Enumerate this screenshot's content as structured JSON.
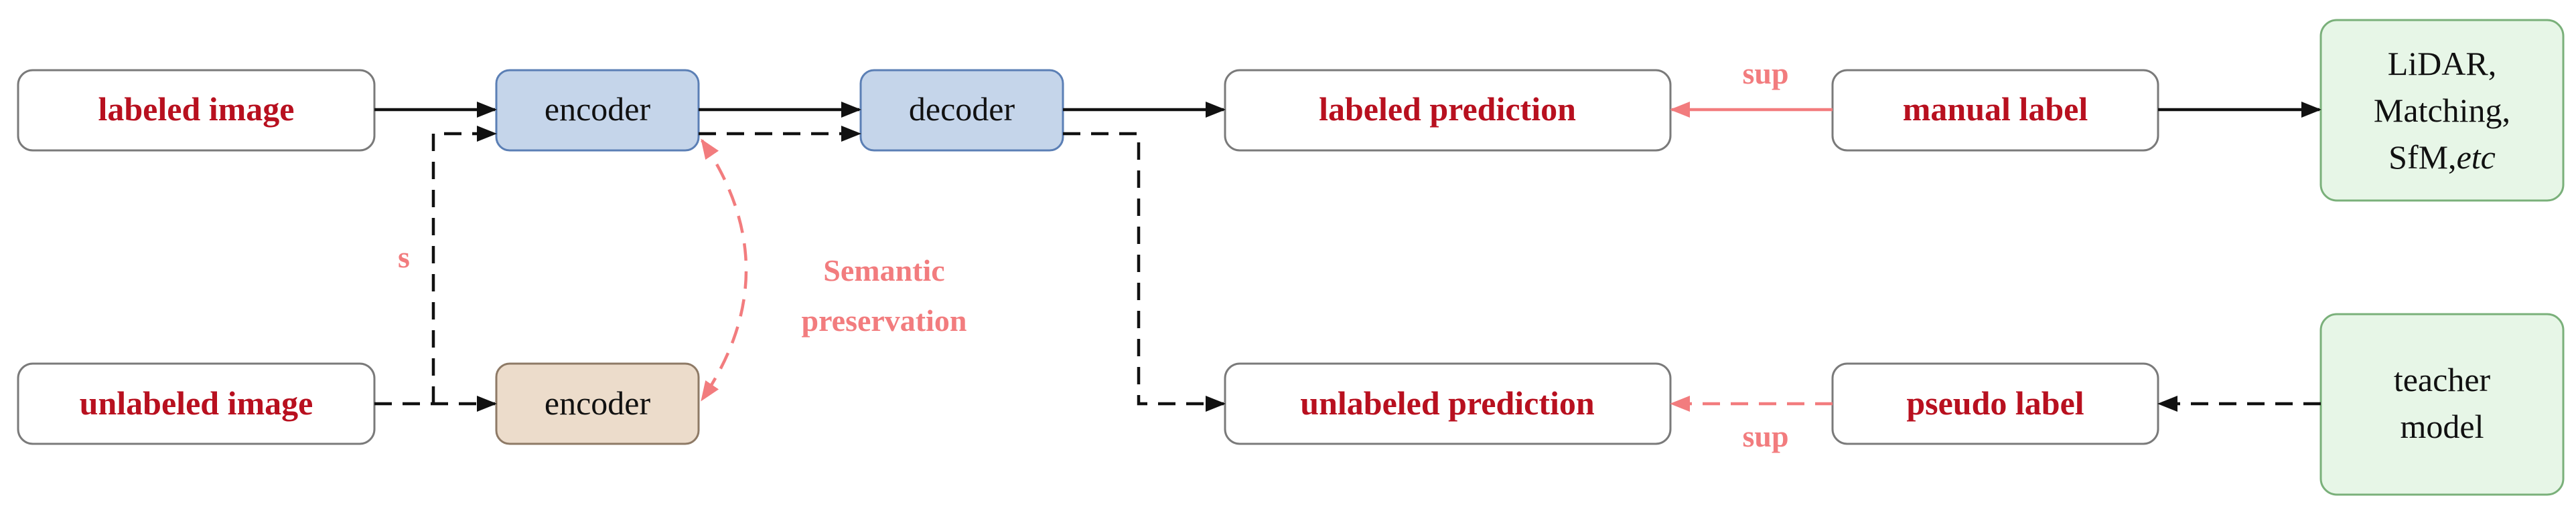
{
  "diagram": {
    "nodes": {
      "labeled_image": "labeled image",
      "unlabeled_image": "unlabeled image",
      "encoder_top": "encoder",
      "encoder_bottom": "encoder",
      "decoder": "decoder",
      "labeled_prediction": "labeled prediction",
      "unlabeled_prediction": "unlabeled prediction",
      "manual_label": "manual label",
      "pseudo_label": "pseudo label",
      "label_sources": [
        "LiDAR,",
        "Matching,",
        "SfM,"
      ],
      "label_sources_etc": "etc",
      "teacher_model": [
        "teacher",
        "model"
      ]
    },
    "edge_labels": {
      "sup_top": "sup",
      "sup_bottom": "sup",
      "s": "s",
      "semantic_preservation": [
        "Semantic",
        "preservation"
      ]
    },
    "colors": {
      "node_border": "#7a7a7a",
      "labeled_text": "#b8101f",
      "encoder_blue_fill": "#c5d5ea",
      "encoder_blue_border": "#5b7fb5",
      "encoder_tan_fill": "#ecdccb",
      "encoder_tan_border": "#8e7a66",
      "green_fill": "#e7f6e7",
      "green_border": "#7ab07a",
      "arrow_black": "#111111",
      "arrow_pink": "#f27c7e"
    }
  }
}
